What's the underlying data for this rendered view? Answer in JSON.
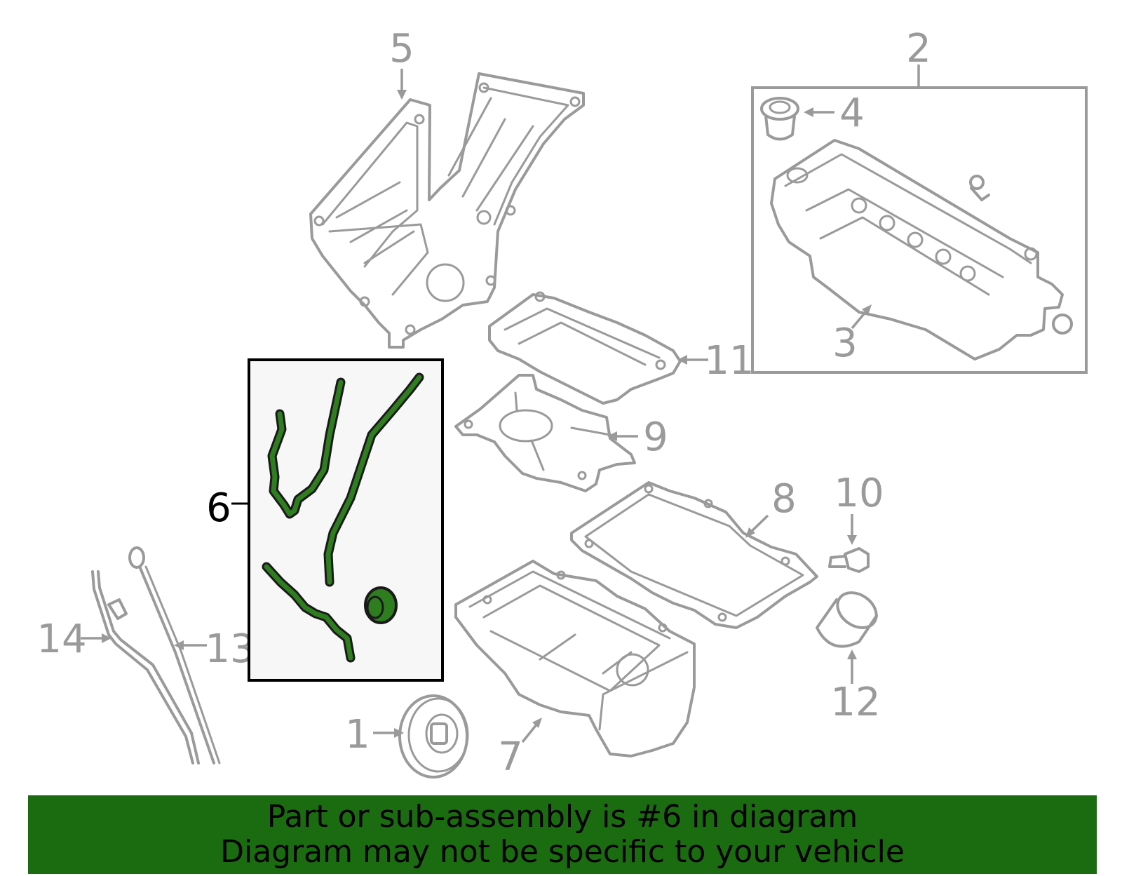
{
  "callouts": {
    "c1": "1",
    "c2": "2",
    "c3": "3",
    "c4": "4",
    "c5": "5",
    "c6": "6",
    "c7": "7",
    "c8": "8",
    "c9": "9",
    "c10": "10",
    "c11": "11",
    "c12": "12",
    "c13": "13",
    "c14": "14"
  },
  "highlighted_part": "6",
  "colors": {
    "highlight_fill": "#2e7d1e",
    "banner_bg": "#1b6b11",
    "part_line": "#9a9a9a"
  },
  "banner": {
    "line1": "Part or sub-assembly is #6 in diagram",
    "line2": "Diagram may not be specific to your vehicle"
  }
}
